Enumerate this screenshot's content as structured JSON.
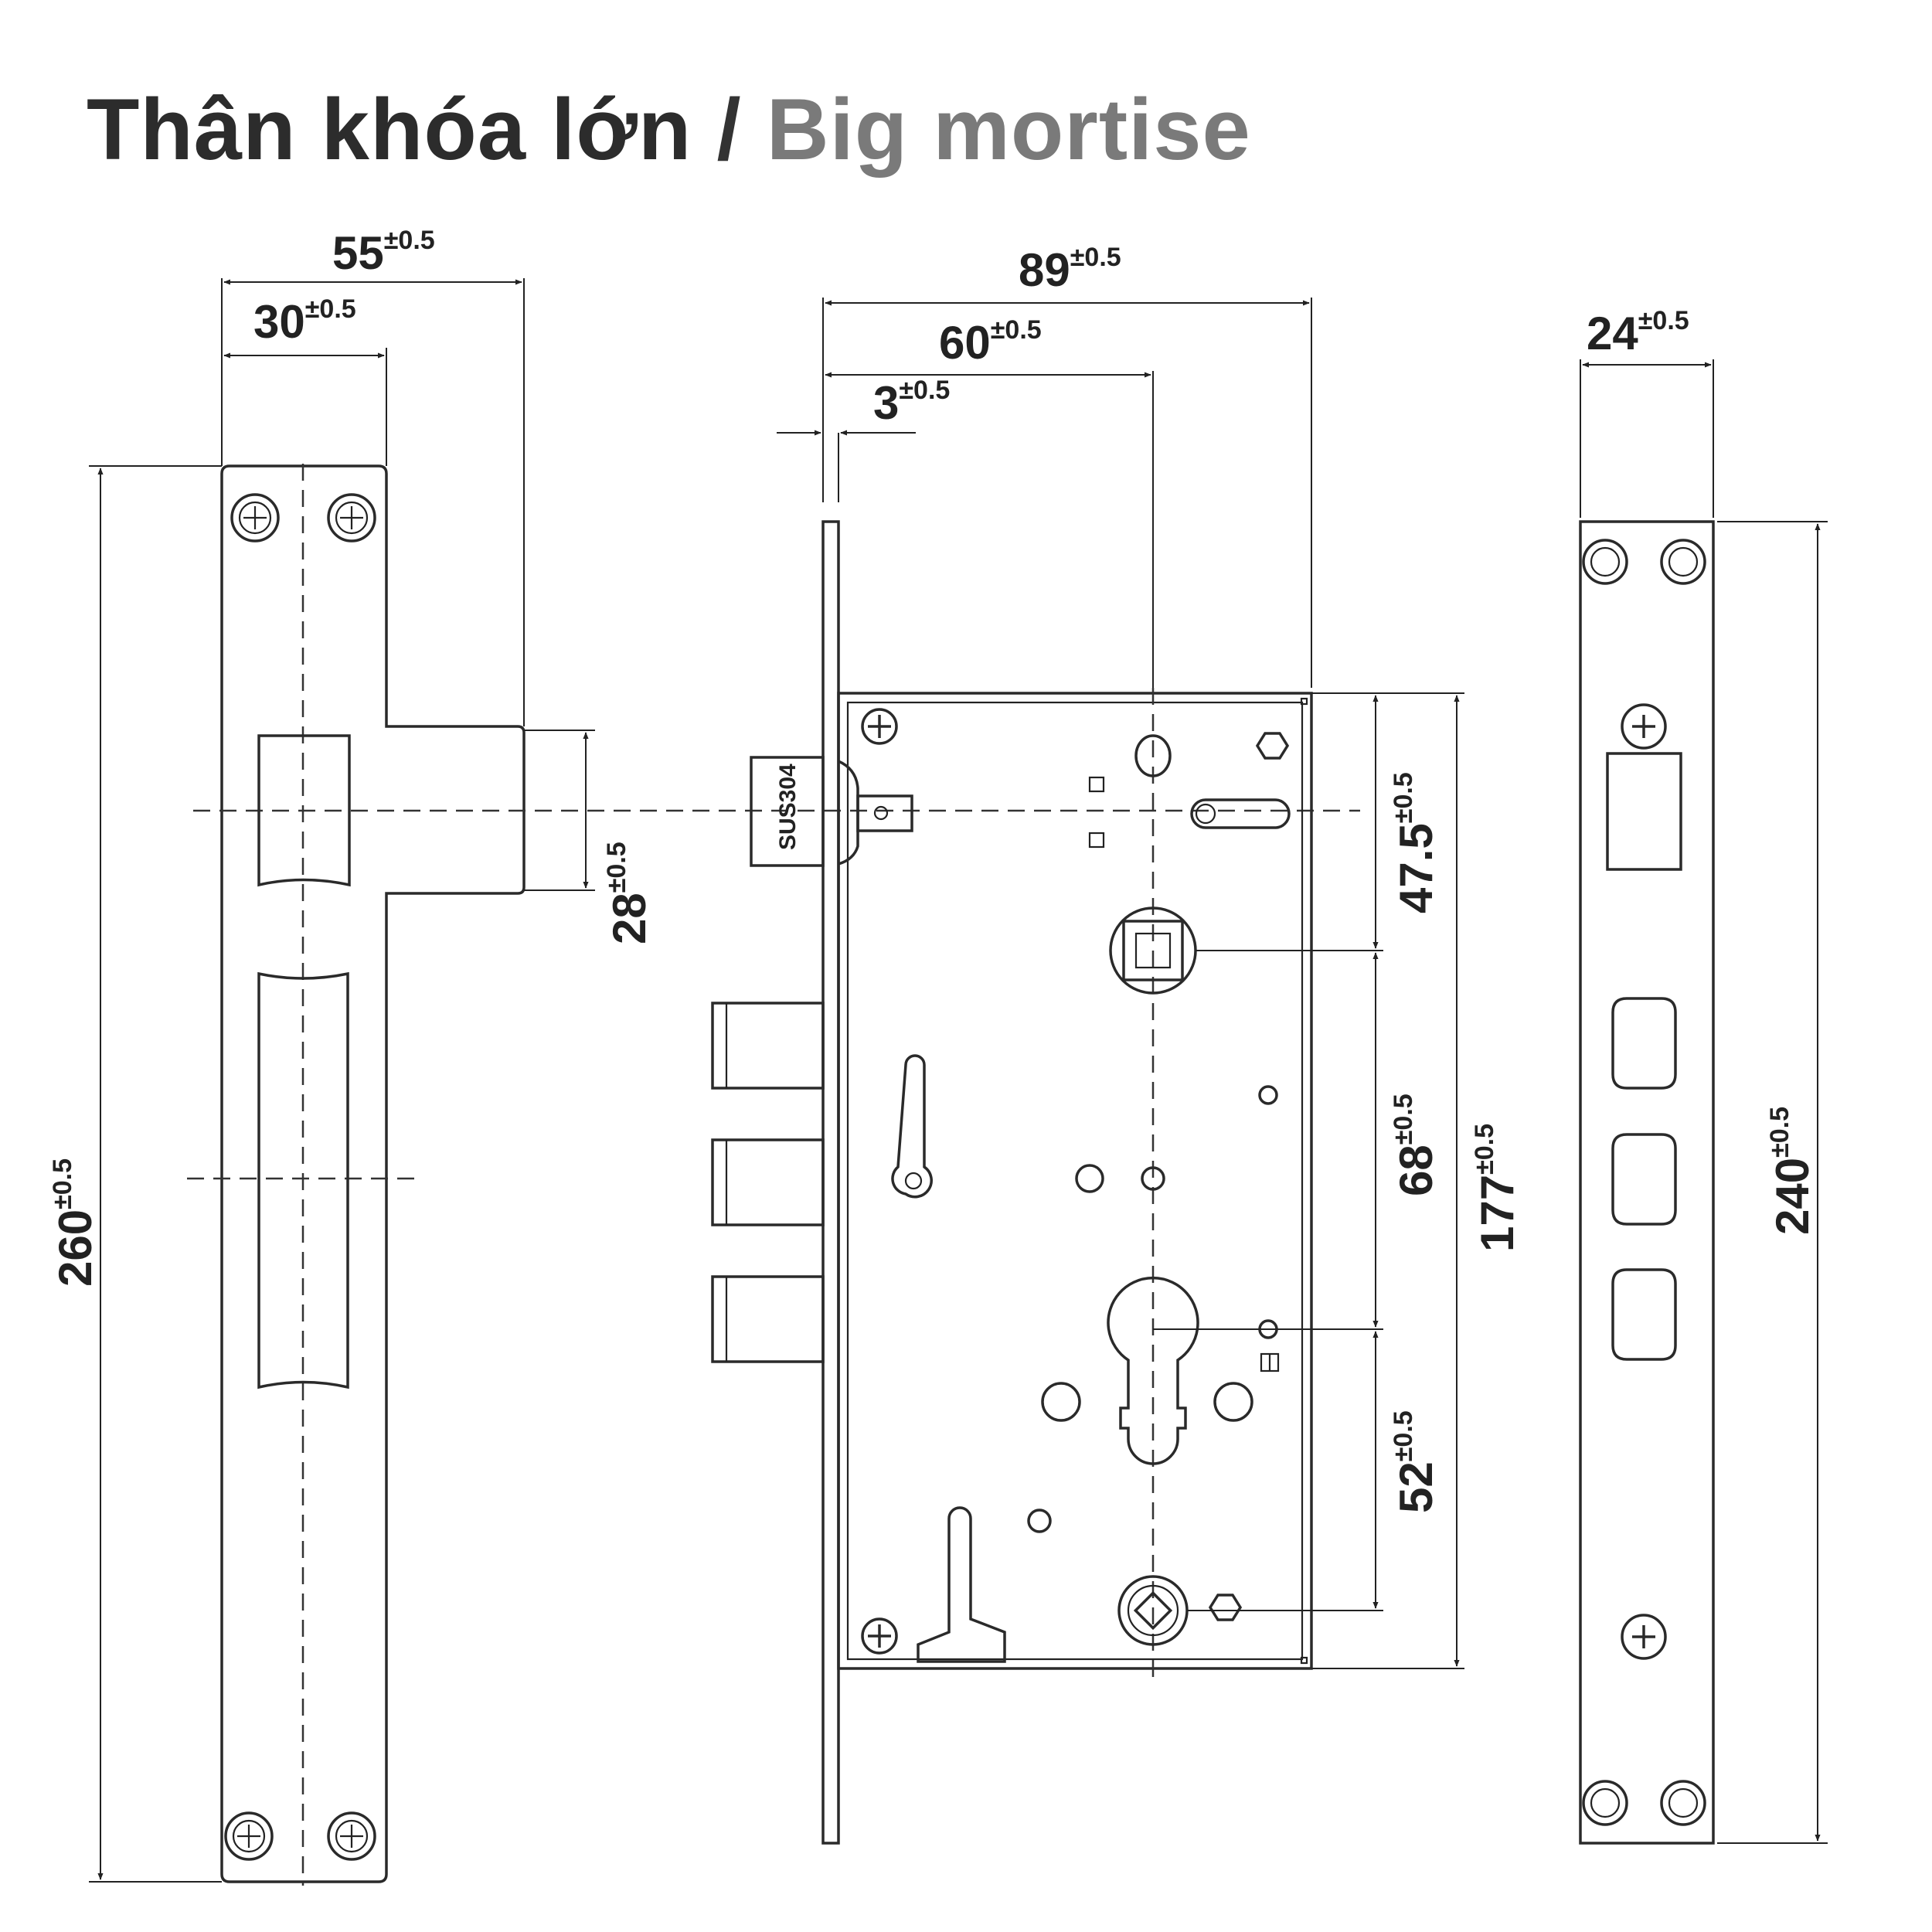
{
  "title": {
    "vietnamese": "Thân khóa lớn",
    "separator": "/",
    "english": "Big mortise"
  },
  "dimensions": {
    "tolerance": "±0.5",
    "faceplate_width": "55",
    "faceplate_inner": "30",
    "faceplate_height": "260",
    "latch_opening": "28",
    "body_depth": "89",
    "backset": "60",
    "front_thickness": "3",
    "strike_width": "24",
    "strike_height": "240",
    "spindle_offset": "47.5",
    "spindle_to_cylinder": "68",
    "case_height": "177",
    "cylinder_to_bottom": "52"
  },
  "body_marking": "SUS304",
  "colors": {
    "line": "#2a2a2a",
    "title_dark": "#2c2c2c",
    "title_grey": "#7a7a7a"
  }
}
